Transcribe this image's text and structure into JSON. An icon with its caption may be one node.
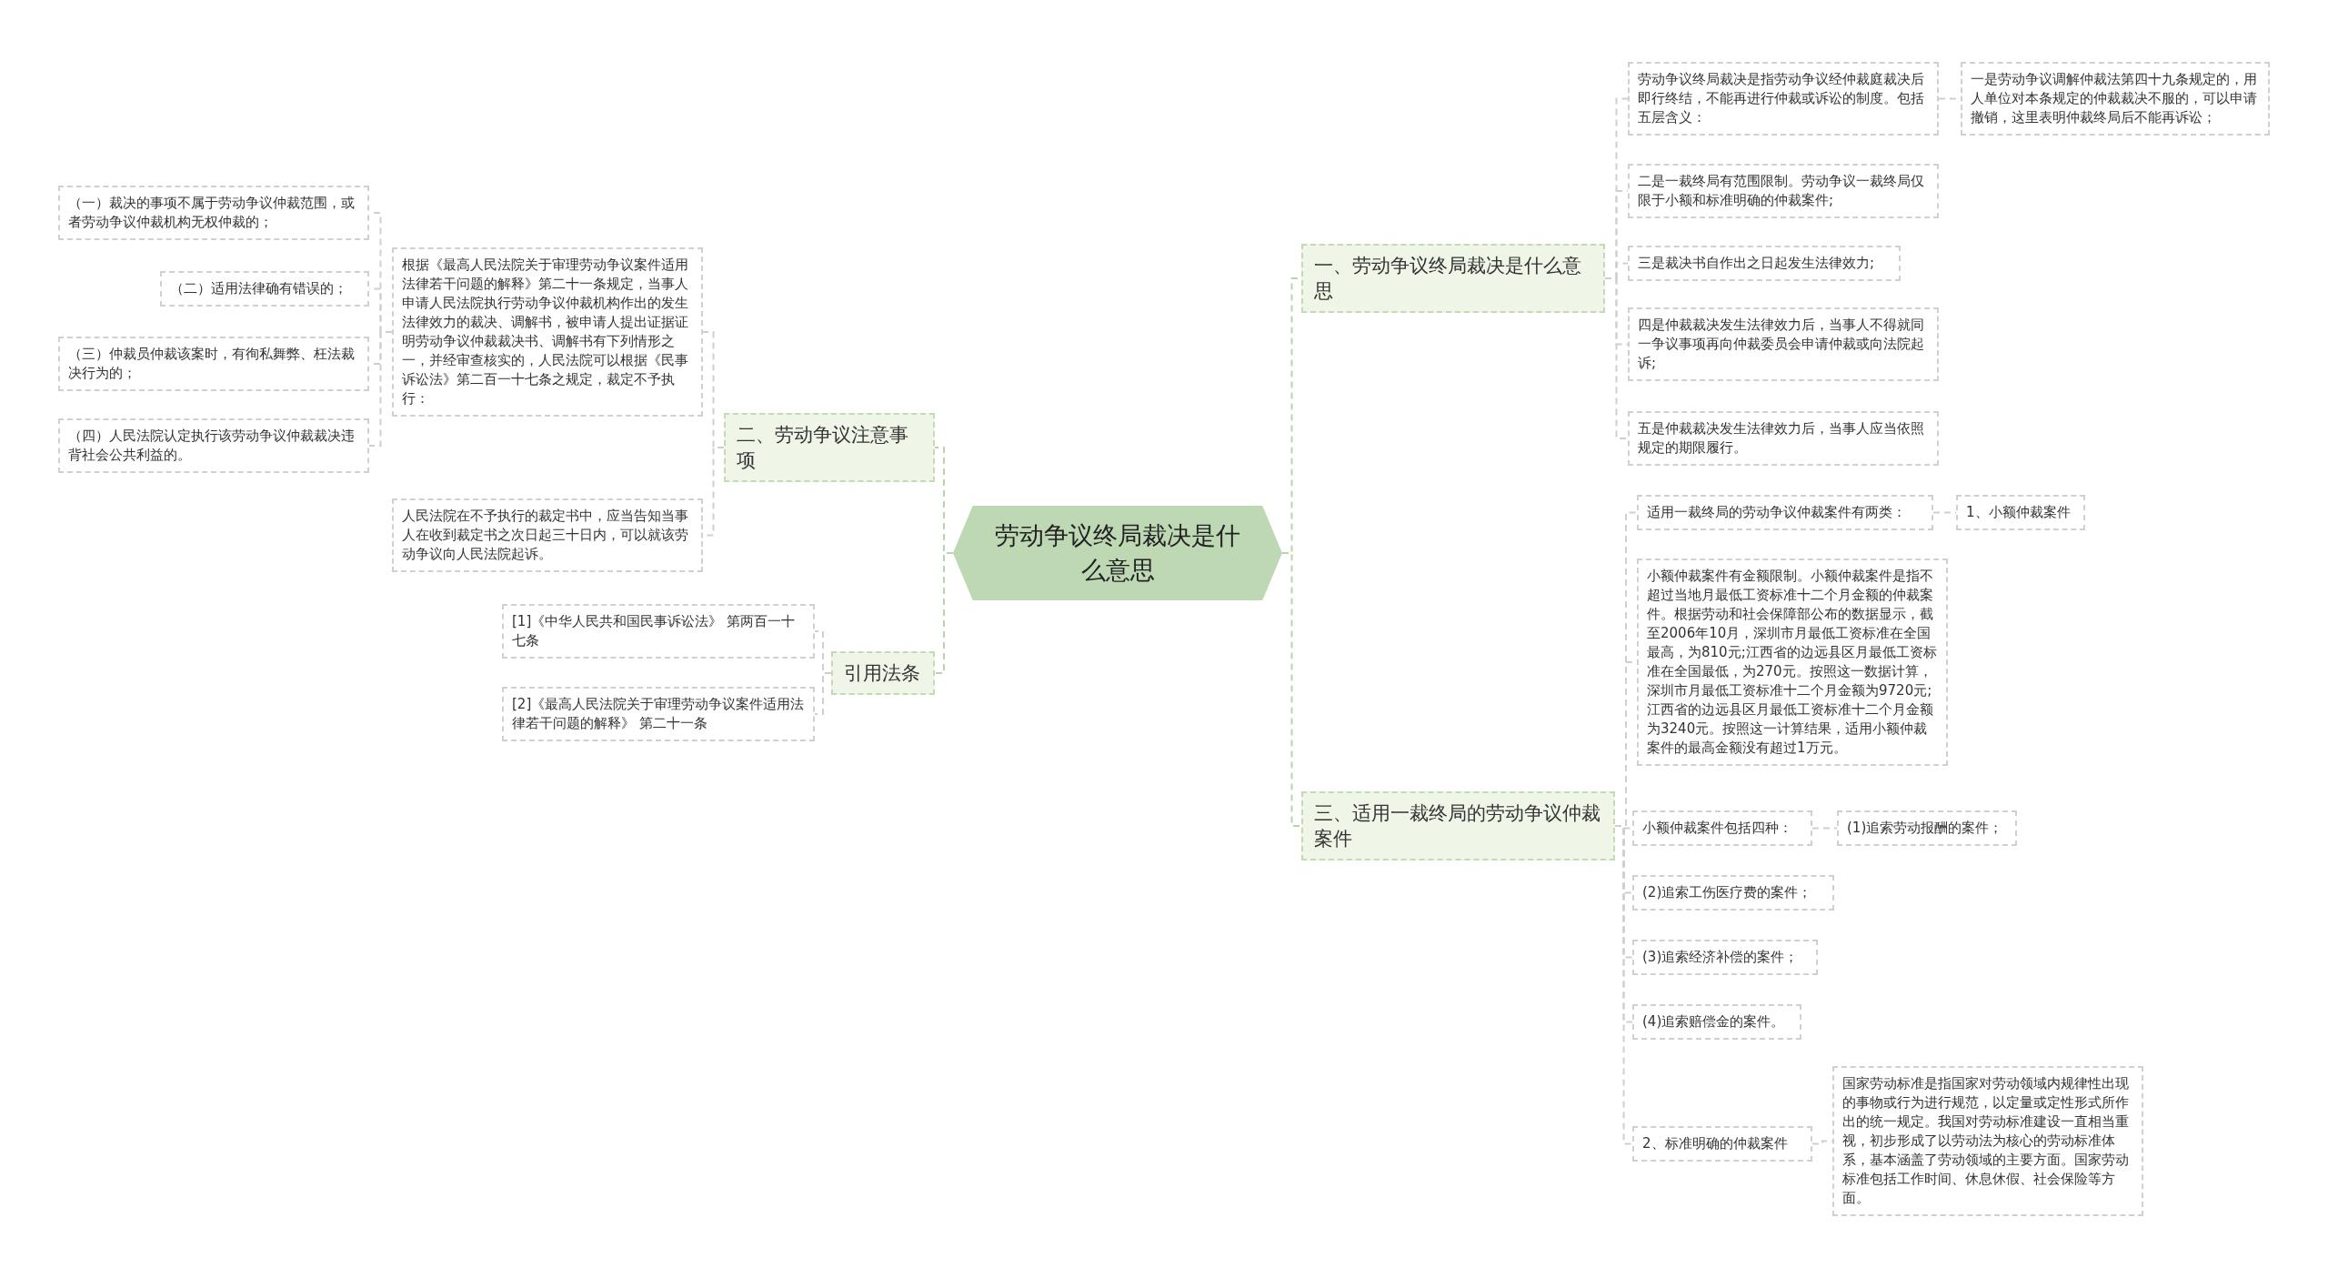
{
  "diagram": {
    "nodes": [
      {
        "text": [
          "劳动争议终局裁决是什么意思"
        ]
      },
      {
        "text": [
          "一、劳动争议终局裁决是什么意思"
        ]
      },
      {
        "text": [
          "劳动争议终局裁决是指劳动争议经仲裁庭裁决后即行终结，不能再进行仲裁或诉讼的制度。包括五层含义："
        ]
      },
      {
        "text": [
          "一是劳动争议调解仲裁法第四十九条规定的，用人单位对本条规定的仲裁裁决不服的，可以申请撤销，这里表明仲裁终局后不能再诉讼；"
        ]
      },
      {
        "text": [
          "二是一裁终局有范围限制。劳动争议一裁终局仅限于小额和标准明确的仲裁案件;"
        ]
      },
      {
        "text": [
          "三是裁决书自作出之日起发生法律效力;"
        ]
      },
      {
        "text": [
          "四是仲裁裁决发生法律效力后，当事人不得就同一争议事项再向仲裁委员会申请仲裁或向法院起诉;"
        ]
      },
      {
        "text": [
          "五是仲裁裁决发生法律效力后，当事人应当依照规定的期限履行。"
        ]
      },
      {
        "text": [
          "二、劳动争议注意事项"
        ]
      },
      {
        "text": [
          "根据《最高人民法院关于审理劳动争议案件适用法律若干问题的解释》第二十一条规定，当事人申请人民法院执行劳动争议仲裁机构作出的发生法律效力的裁决、调解书，被申请人提出证据证明劳动争议仲裁裁决书、调解书有下列情形之一，并经审查核实的，人民法院可以根据《民事诉讼法》第二百一十七条之规定，裁定不予执行："
        ]
      },
      {
        "text": [
          "（一）裁决的事项不属于劳动争议仲裁范围，或者劳动争议仲裁机构无权仲裁的；"
        ]
      },
      {
        "text": [
          "（二）适用法律确有错误的；"
        ]
      },
      {
        "text": [
          "（三）仲裁员仲裁该案时，有徇私舞弊、枉法裁决行为的；"
        ]
      },
      {
        "text": [
          "（四）人民法院认定执行该劳动争议仲裁裁决违背社会公共利益的。"
        ]
      },
      {
        "text": [
          "人民法院在不予执行的裁定书中，应当告知当事人在收到裁定书之次日起三十日内，可以就该劳动争议向人民法院起诉。"
        ]
      },
      {
        "text": [
          "引用法条"
        ]
      },
      {
        "text": [
          "[1]《中华人民共和国民事诉讼法》 第两百一十七条"
        ]
      },
      {
        "text": [
          "[2]《最高人民法院关于审理劳动争议案件适用法律若干问题的解释》 第二十一条"
        ]
      },
      {
        "text": [
          "三、适用一裁终局的劳动争议仲裁案件"
        ]
      },
      {
        "text": [
          "适用一裁终局的劳动争议仲裁案件有两类："
        ]
      },
      {
        "text": [
          "1、小额仲裁案件"
        ]
      },
      {
        "text": [
          "小额仲裁案件有金额限制。小额仲裁案件是指不超过当地月最低工资标准十二个月金额的仲裁案件。根据劳动和社会保障部公布的数据显示，截至2006年10月，深圳市月最低工资标准在全国最高，为810元;江西省的边远县区月最低工资标准在全国最低，为270元。按照这一数据计算，深圳市月最低工资标准十二个月金额为9720元;江西省的边远县区月最低工资标准十二个月金额为3240元。按照这一计算结果，适用小额仲裁案件的最高金额没有超过1万元。"
        ]
      },
      {
        "text": [
          "小额仲裁案件包括四种："
        ]
      },
      {
        "text": [
          "(1)追索劳动报酬的案件；"
        ]
      },
      {
        "text": [
          "(2)追索工伤医疗费的案件；"
        ]
      },
      {
        "text": [
          "(3)追索经济补偿的案件；"
        ]
      },
      {
        "text": [
          "(4)追索赔偿金的案件。"
        ]
      },
      {
        "text": [
          "2、标准明确的仲裁案件"
        ]
      },
      {
        "text": [
          "国家劳动标准是指国家对劳动领域内规律性出现的事物或行为进行规范，以定量或定性形式所作出的统一规定。我国对劳动标准建设一直相当重视，初步形成了以劳动法为核心的劳动标准体系，基本涵盖了劳动领域的主要方面。国家劳动标准包括工作时间、休息休假、社会保险等方面。"
        ]
      }
    ],
    "edges": [
      {
        "from": 0,
        "to": 1,
        "arrow": "none"
      },
      {
        "from": 1,
        "to": 2,
        "arrow": "none"
      },
      {
        "from": 2,
        "to": 3,
        "arrow": "none"
      },
      {
        "from": 1,
        "to": 4,
        "arrow": "none"
      },
      {
        "from": 1,
        "to": 5,
        "arrow": "none"
      },
      {
        "from": 1,
        "to": 6,
        "arrow": "none"
      },
      {
        "from": 1,
        "to": 7,
        "arrow": "none"
      },
      {
        "from": 0,
        "to": 8,
        "arrow": "none"
      },
      {
        "from": 8,
        "to": 9,
        "arrow": "none"
      },
      {
        "from": 9,
        "to": 10,
        "arrow": "none"
      },
      {
        "from": 9,
        "to": 11,
        "arrow": "none"
      },
      {
        "from": 9,
        "to": 12,
        "arrow": "none"
      },
      {
        "from": 9,
        "to": 13,
        "arrow": "none"
      },
      {
        "from": 8,
        "to": 14,
        "arrow": "none"
      },
      {
        "from": 0,
        "to": 15,
        "arrow": "none"
      },
      {
        "from": 15,
        "to": 16,
        "arrow": "none"
      },
      {
        "from": 15,
        "to": 17,
        "arrow": "none"
      },
      {
        "from": 0,
        "to": 18,
        "arrow": "none"
      },
      {
        "from": 18,
        "to": 19,
        "arrow": "none"
      },
      {
        "from": 19,
        "to": 20,
        "arrow": "none"
      },
      {
        "from": 18,
        "to": 21,
        "arrow": "none"
      },
      {
        "from": 18,
        "to": 22,
        "arrow": "none"
      },
      {
        "from": 22,
        "to": 23,
        "arrow": "none"
      },
      {
        "from": 18,
        "to": 24,
        "arrow": "none"
      },
      {
        "from": 18,
        "to": 25,
        "arrow": "none"
      },
      {
        "from": 18,
        "to": 26,
        "arrow": "none"
      },
      {
        "from": 18,
        "to": 27,
        "arrow": "none"
      },
      {
        "from": 27,
        "to": 28,
        "arrow": "none"
      }
    ]
  }
}
